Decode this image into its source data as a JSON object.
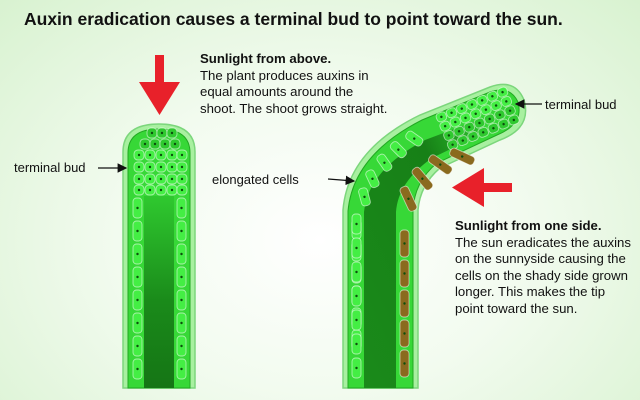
{
  "title": "Auxin eradication causes a terminal bud to point toward the sun.",
  "captions": {
    "top": {
      "heading": "Sunlight from above.",
      "body": "The plant produces auxins in equal amounts around the shoot. The shoot grows straight."
    },
    "side": {
      "heading": "Sunlight from one side.",
      "body": "The sun eradicates the auxins on the sunnyside causing the cells on the shady side grown longer. This makes the tip point toward the sun."
    }
  },
  "labels": {
    "terminal_bud_left": "terminal bud",
    "terminal_bud_right": "terminal bud",
    "elongated_cells": "elongated cells"
  },
  "colors": {
    "sun_arrow": "#e8212a",
    "cell_bright": "#44ee44",
    "cell_mid": "#2fc92f",
    "core_dark": "#177a17",
    "elongated_cell": "#8a6a1e"
  }
}
